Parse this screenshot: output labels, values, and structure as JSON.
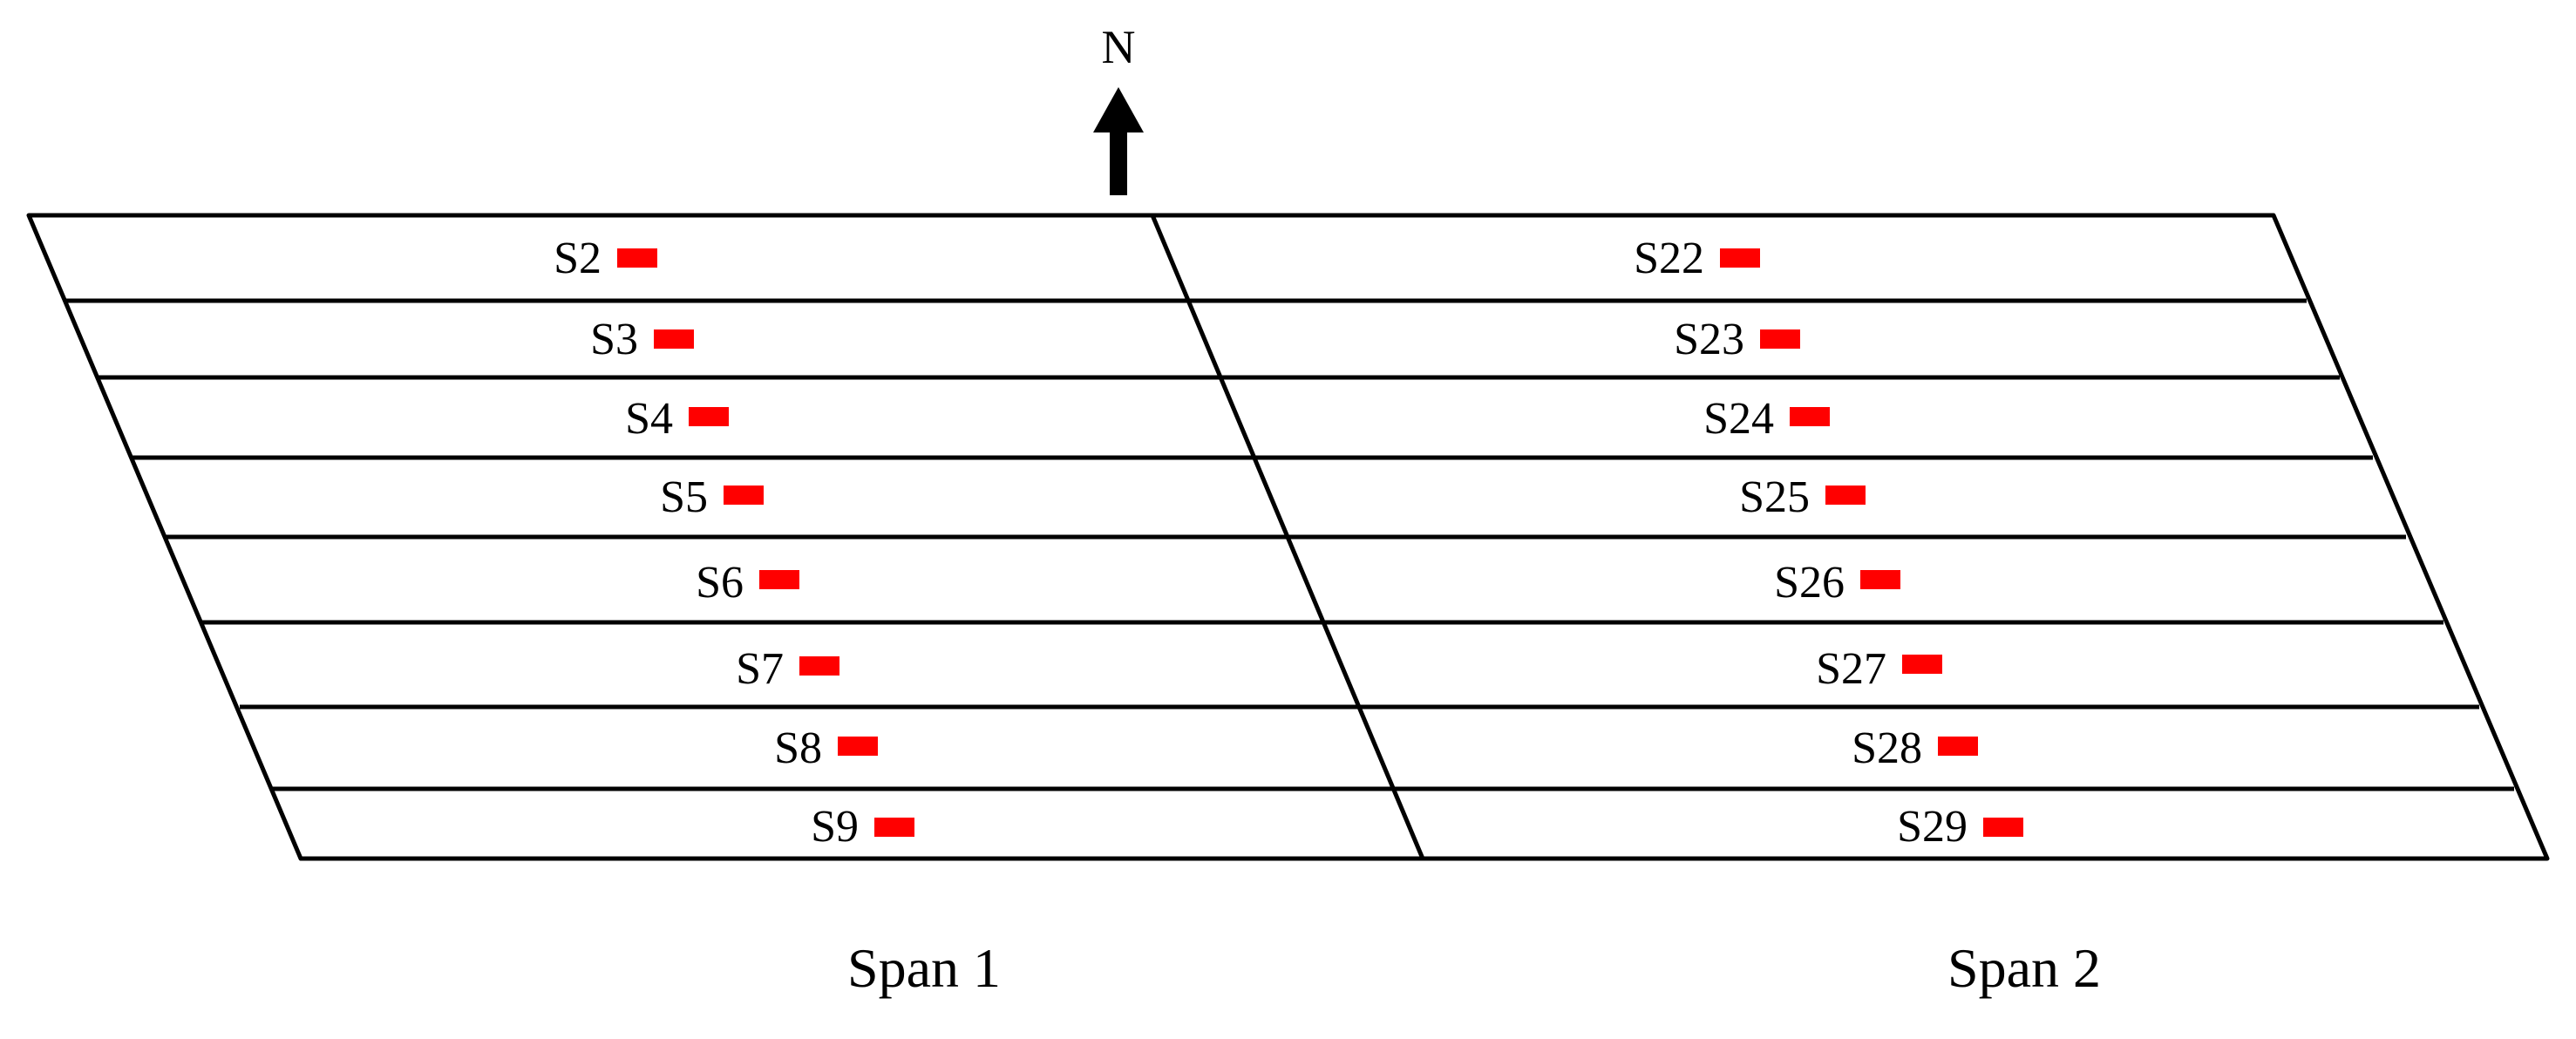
{
  "north_label": "N",
  "spans": [
    {
      "label": "Span 1",
      "sensors": [
        "S2",
        "S3",
        "S4",
        "S5",
        "S6",
        "S7",
        "S8",
        "S9"
      ]
    },
    {
      "label": "Span 2",
      "sensors": [
        "S22",
        "S23",
        "S24",
        "S25",
        "S26",
        "S27",
        "S28",
        "S29"
      ]
    }
  ],
  "colors": {
    "line": "#000000",
    "sensor_marker": "#ff0000",
    "background": "#ffffff"
  }
}
